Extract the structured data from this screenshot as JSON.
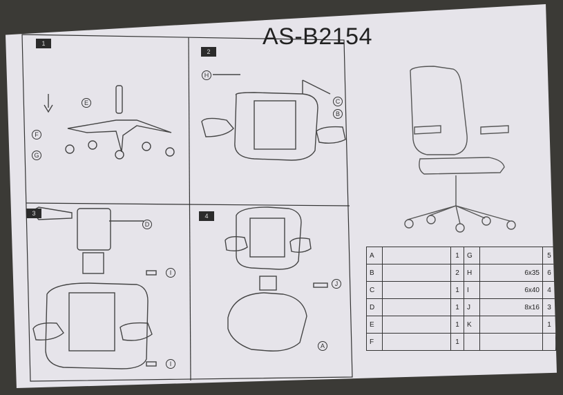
{
  "title": "AS-B2154",
  "steps": [
    "1",
    "2",
    "3",
    "4"
  ],
  "callouts": {
    "s1": [
      "E",
      "F",
      "G"
    ],
    "s2": [
      "H",
      "C",
      "B"
    ],
    "s3": [
      "D",
      "I",
      "I"
    ],
    "s4": [
      "J",
      "A"
    ]
  },
  "parts": [
    {
      "key": "A",
      "qty": "1",
      "key2": "G",
      "size2": "",
      "qty2": "5"
    },
    {
      "key": "B",
      "qty": "2",
      "key2": "H",
      "size2": "6x35",
      "qty2": "6"
    },
    {
      "key": "C",
      "qty": "1",
      "key2": "I",
      "size2": "6x40",
      "qty2": "4"
    },
    {
      "key": "D",
      "qty": "1",
      "key2": "J",
      "size2": "8x16",
      "qty2": "3"
    },
    {
      "key": "E",
      "qty": "1",
      "key2": "K",
      "size2": "",
      "qty2": "1"
    },
    {
      "key": "F",
      "qty": "1",
      "key2": "",
      "size2": "",
      "qty2": ""
    }
  ],
  "icons": [
    "seat-icon",
    "backrest-bracket-icon",
    "tilt-mechanism-icon",
    "armrest-icon",
    "gas-lift-icon",
    "star-base-icon",
    "caster-icon",
    "screw-icon",
    "hex-key-icon",
    "office-chair-icon"
  ]
}
